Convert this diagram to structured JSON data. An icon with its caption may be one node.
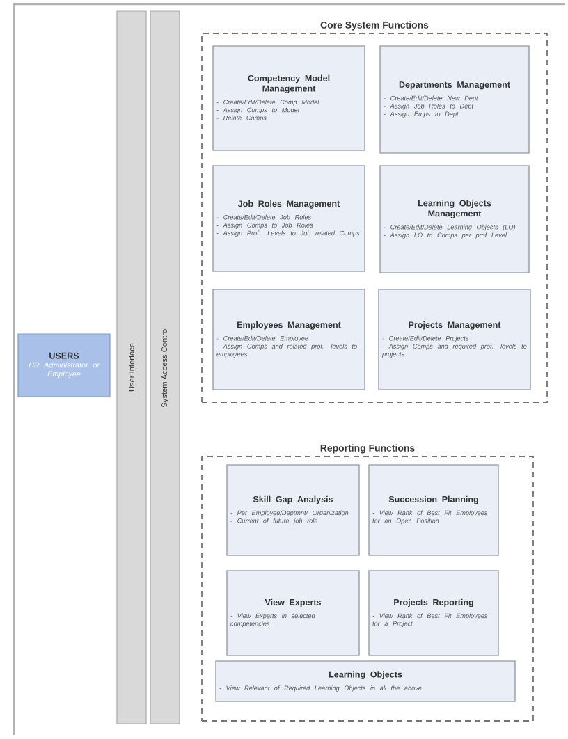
{
  "diagram": {
    "nodes": [
      {
        "text": [
          "USERS",
          "HR Administrator or Employee"
        ]
      },
      {
        "text": [
          "User Interface"
        ]
      },
      {
        "text": [
          "System Access Control"
        ]
      },
      {
        "text": [
          "Core System Functions"
        ]
      },
      {
        "text": [
          "Competency Model Management",
          "- Create/Edit/Delete Comp Model",
          "- Assign Comps to Model",
          "- Relate Comps"
        ],
        "in": 3
      },
      {
        "text": [
          "Departments Management",
          "- Create/Edit/Delete New Dept",
          "- Assign Job Roles to Dept",
          "- Assign Emps to Dept"
        ],
        "in": 3
      },
      {
        "text": [
          "Job Roles Management",
          "- Create/Edit/Delete Job Roles",
          "- Assign Comps to Job Roles",
          "- Assign Prof. Levels to Job related Comps"
        ],
        "in": 3
      },
      {
        "text": [
          "Learning Objects Management",
          "- Create/Edit/Delete Learning Objects (LO)",
          "- Assign LO to Comps per prof Level"
        ],
        "in": 3
      },
      {
        "text": [
          "Employees Management",
          "- Create/Edit/Delete Employee",
          "- Assign Comps and related prof. levels to employees"
        ],
        "in": 3
      },
      {
        "text": [
          "Projects Management",
          "- Create/Edit/Delete Projects",
          "- Assign Comps and required prof. levels to projects"
        ],
        "in": 3
      },
      {
        "text": [
          "Reporting Functions"
        ]
      },
      {
        "text": [
          "Skill Gap Analysis",
          "- Per Employee/Deptmnt/ Organization",
          "- Current of future job role"
        ],
        "in": 10
      },
      {
        "text": [
          "Succession Planning",
          "- View Rank of Best Fit Employees for an Open Position"
        ],
        "in": 10
      },
      {
        "text": [
          "View Experts",
          "- View Experts in selected competencies"
        ],
        "in": 10
      },
      {
        "text": [
          "Projects Reporting",
          "- View Rank of Best Fit Employees for a Project"
        ],
        "in": 10
      },
      {
        "text": [
          "Learning Objects",
          "- View Relevant of Required Learning Objects in all the above"
        ],
        "in": 10
      }
    ]
  }
}
